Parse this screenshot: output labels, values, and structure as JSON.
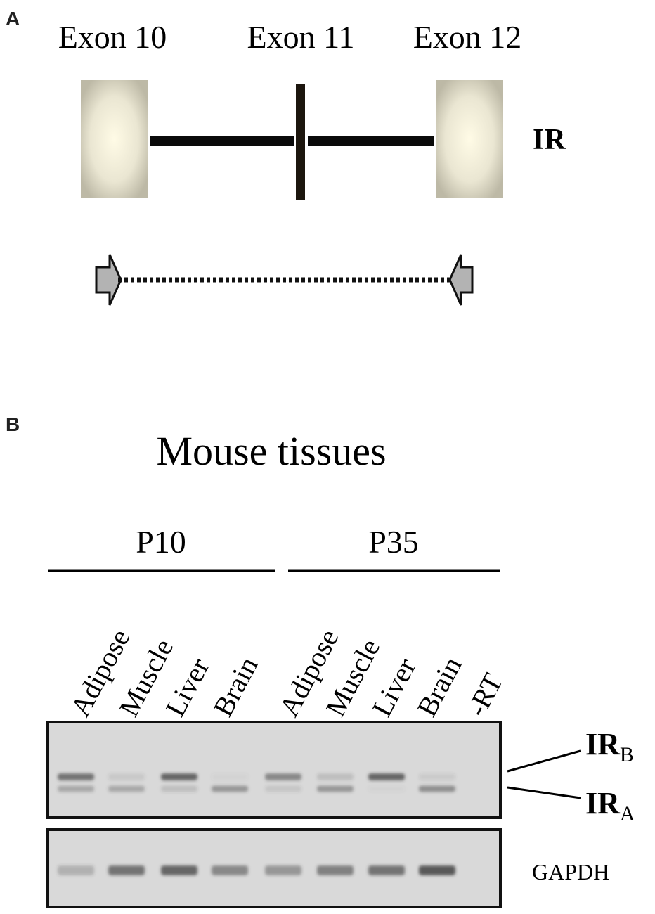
{
  "panel_a": {
    "letter": "A",
    "exons": [
      {
        "label": "Exon 10"
      },
      {
        "label": "Exon 11"
      },
      {
        "label": "Exon 12"
      }
    ],
    "gene_label": "IR"
  },
  "panel_b": {
    "letter": "B",
    "title": "Mouse tissues",
    "groups": [
      {
        "label": "P10"
      },
      {
        "label": "P35"
      }
    ],
    "lanes": [
      {
        "label": "Adipose"
      },
      {
        "label": "Muscle"
      },
      {
        "label": "Liver"
      },
      {
        "label": "Brain"
      },
      {
        "label": "Adipose"
      },
      {
        "label": "Muscle"
      },
      {
        "label": "Liver"
      },
      {
        "label": "Brain"
      },
      {
        "label": "-RT"
      }
    ],
    "ir_b": {
      "main": "IR",
      "sub": "B"
    },
    "ir_a": {
      "main": "IR",
      "sub": "A"
    },
    "gapdh_label": "GAPDH",
    "band_intensity": {
      "ir_b": [
        0.75,
        0.12,
        0.85,
        0.05,
        0.6,
        0.2,
        0.85,
        0.1,
        0.0
      ],
      "ir_a": [
        0.35,
        0.35,
        0.2,
        0.5,
        0.15,
        0.5,
        0.05,
        0.55,
        0.0
      ],
      "gapdh": [
        0.3,
        0.75,
        0.85,
        0.6,
        0.5,
        0.65,
        0.75,
        0.95,
        0.0
      ]
    },
    "colors": {
      "gel_background": "#d9d9d9",
      "band": "#3a3a3a"
    }
  }
}
